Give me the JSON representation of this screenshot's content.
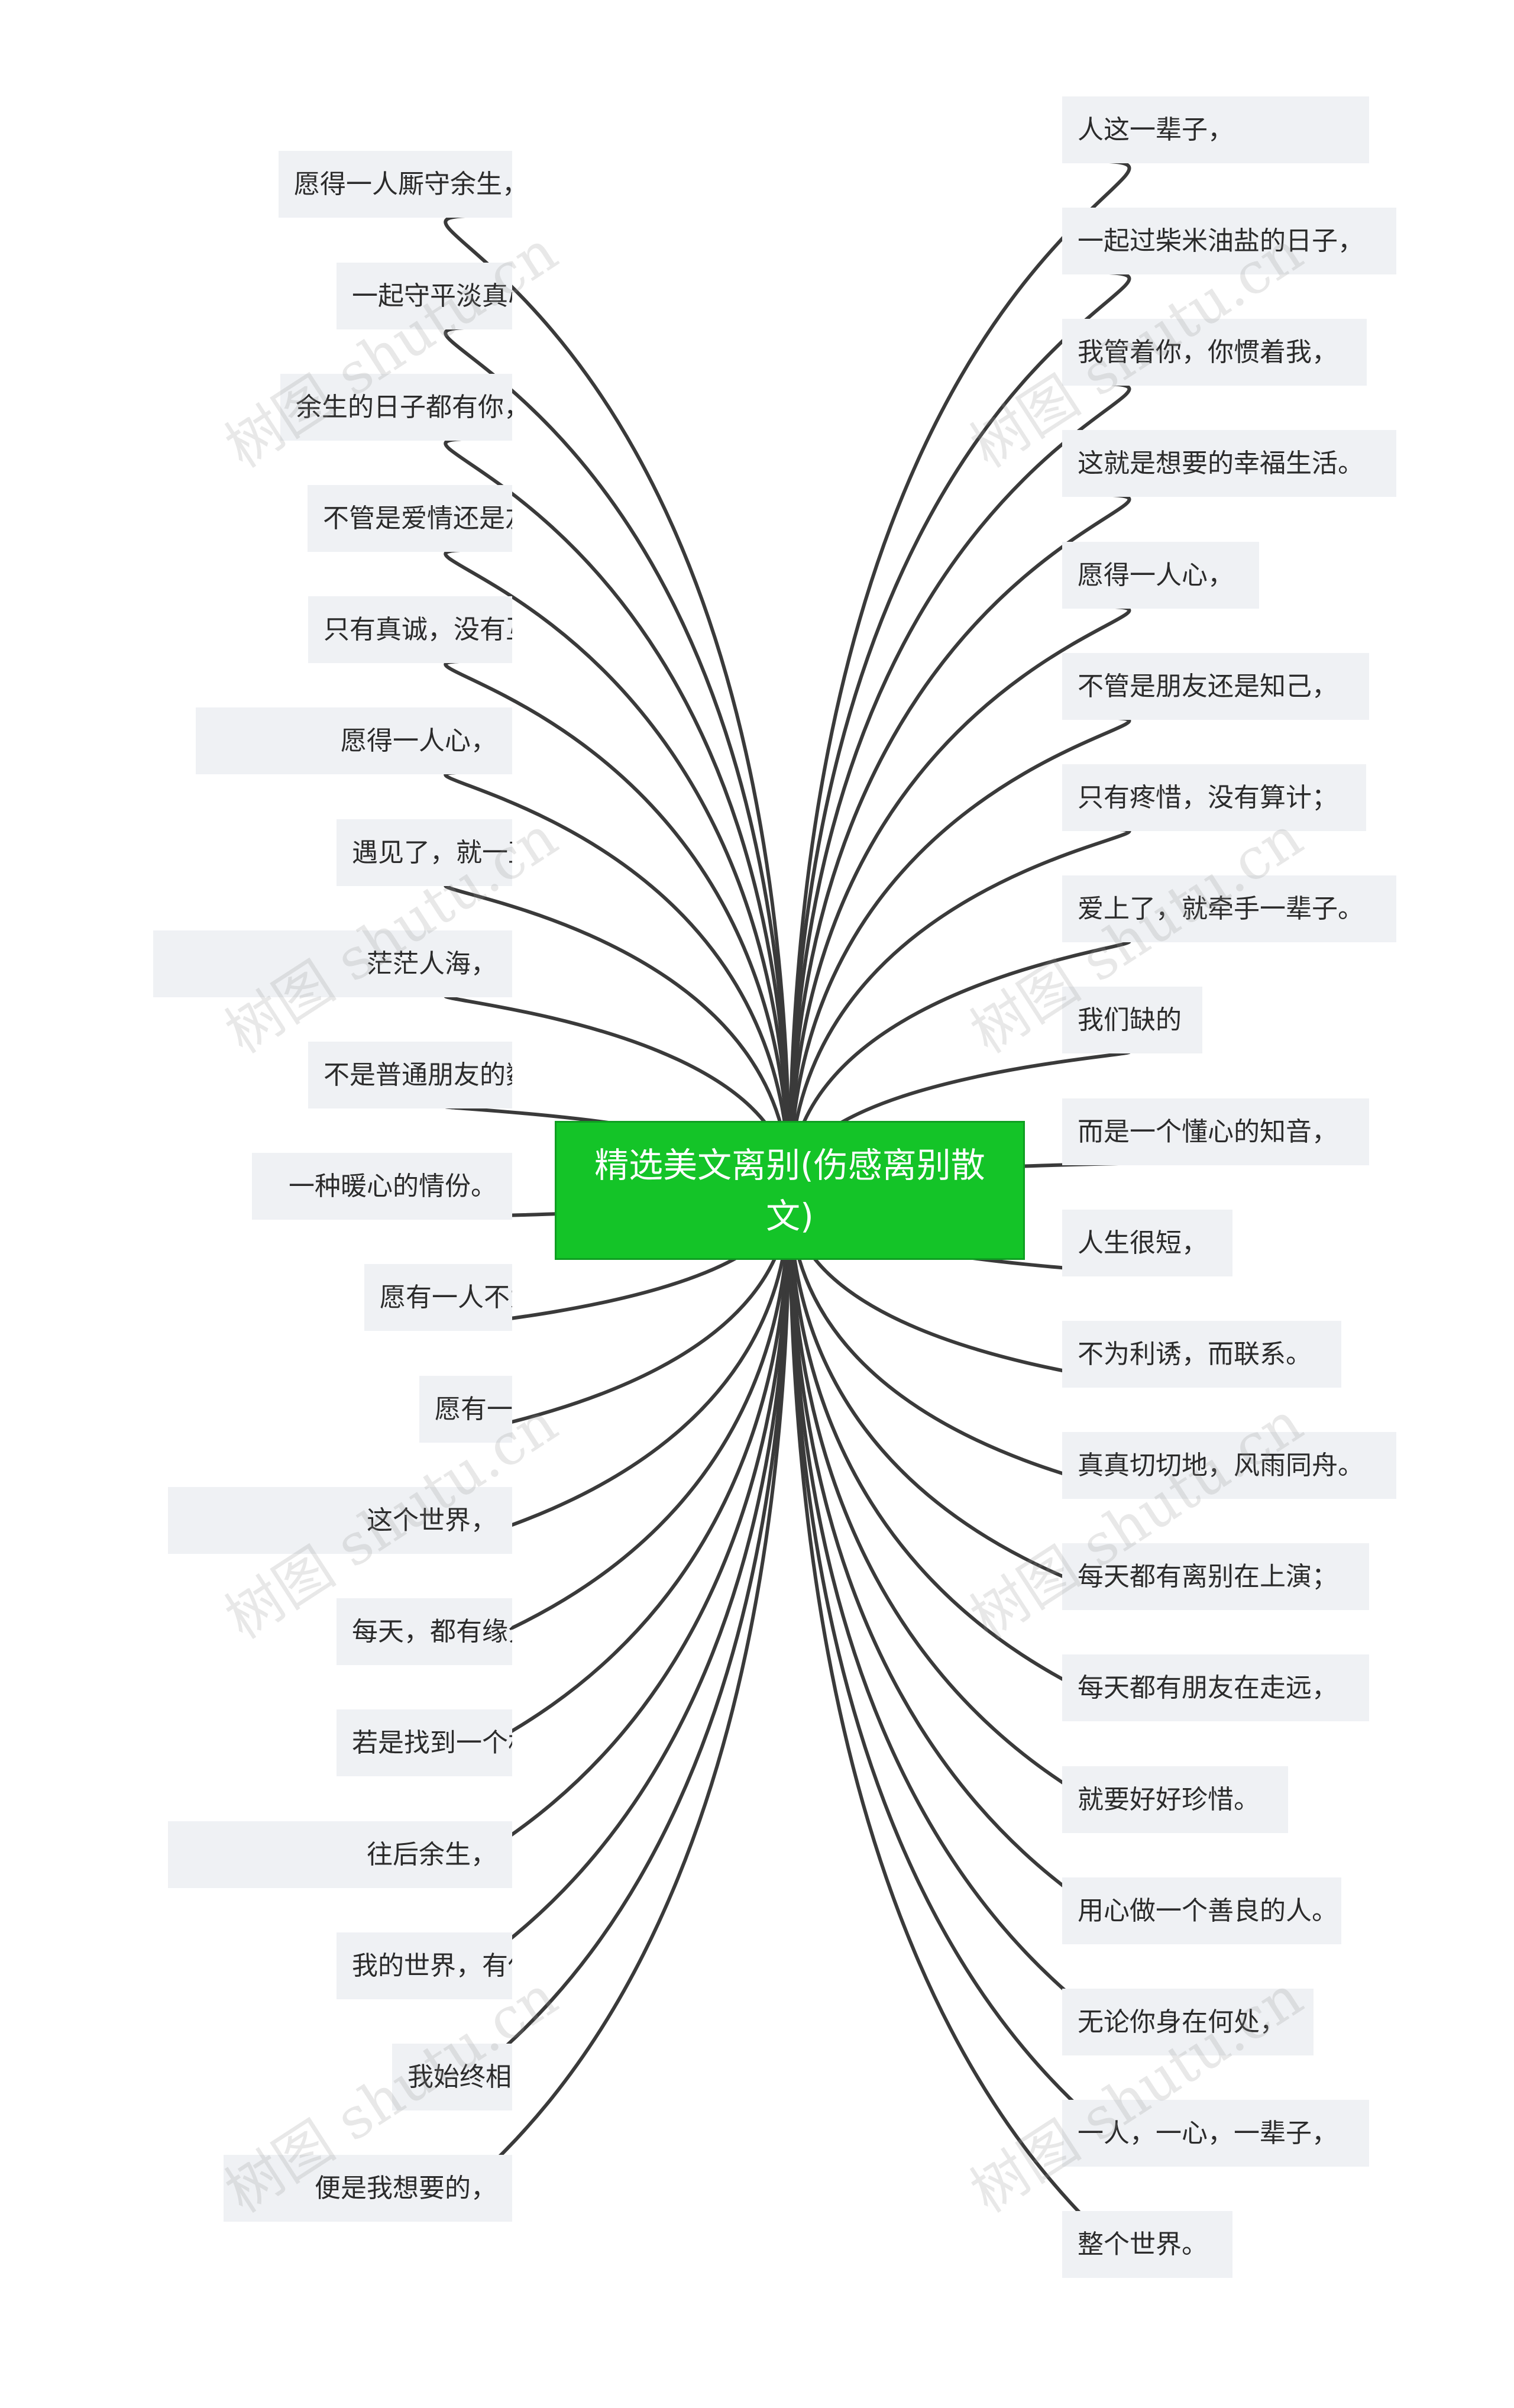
{
  "center": {
    "title": "精选美文离别(伤感离别散文)"
  },
  "left_nodes": [
    "愿得一人厮守余生，",
    "一起守平淡真心的生活。",
    "余生的日子都有你，",
    "不管是爱情还是友情，",
    "只有真诚，没有互斗；",
    "愿得一人心，",
    "遇见了，就一直到永远；",
    "茫茫人海，",
    "不是普通朋友的数量，",
    "一种暖心的情份。",
    "愿有一人不为钱财而靠近，",
    "愿有一人简简单单地坦诚相处，",
    "这个世界，",
    "每天，都有缘分在分散；",
    "若是找到一个相爱的人，",
    "往后余生，",
    "我的世界，有你就很好，",
    "我始终相信你，始终守候你，",
    "便是我想要的，"
  ],
  "right_nodes": [
    "人这一辈子，",
    "一起过柴米油盐的日子，",
    "我管着你，你惯着我，",
    "这就是想要的幸福生活。",
    "愿得一人心，",
    "不管是朋友还是知己，",
    "只有疼惜，没有算计；",
    "爱上了，就牵手一辈子。",
    "我们缺的",
    "而是一个懂心的知音，",
    "人生很短，",
    "不为利诱，而联系。",
    "真真切切地，风雨同舟。",
    "每天都有离别在上演；",
    "每天都有朋友在走远，",
    "就要好好珍惜。",
    "用心做一个善良的人。",
    "无论你身在何处，",
    "一人，一心，一辈子，",
    "整个世界。"
  ],
  "watermark": "树图 shutu.cn",
  "colors": {
    "center_fill": "#14c428",
    "node_fill": "#eff1f4",
    "link": "#3a3a3a"
  }
}
